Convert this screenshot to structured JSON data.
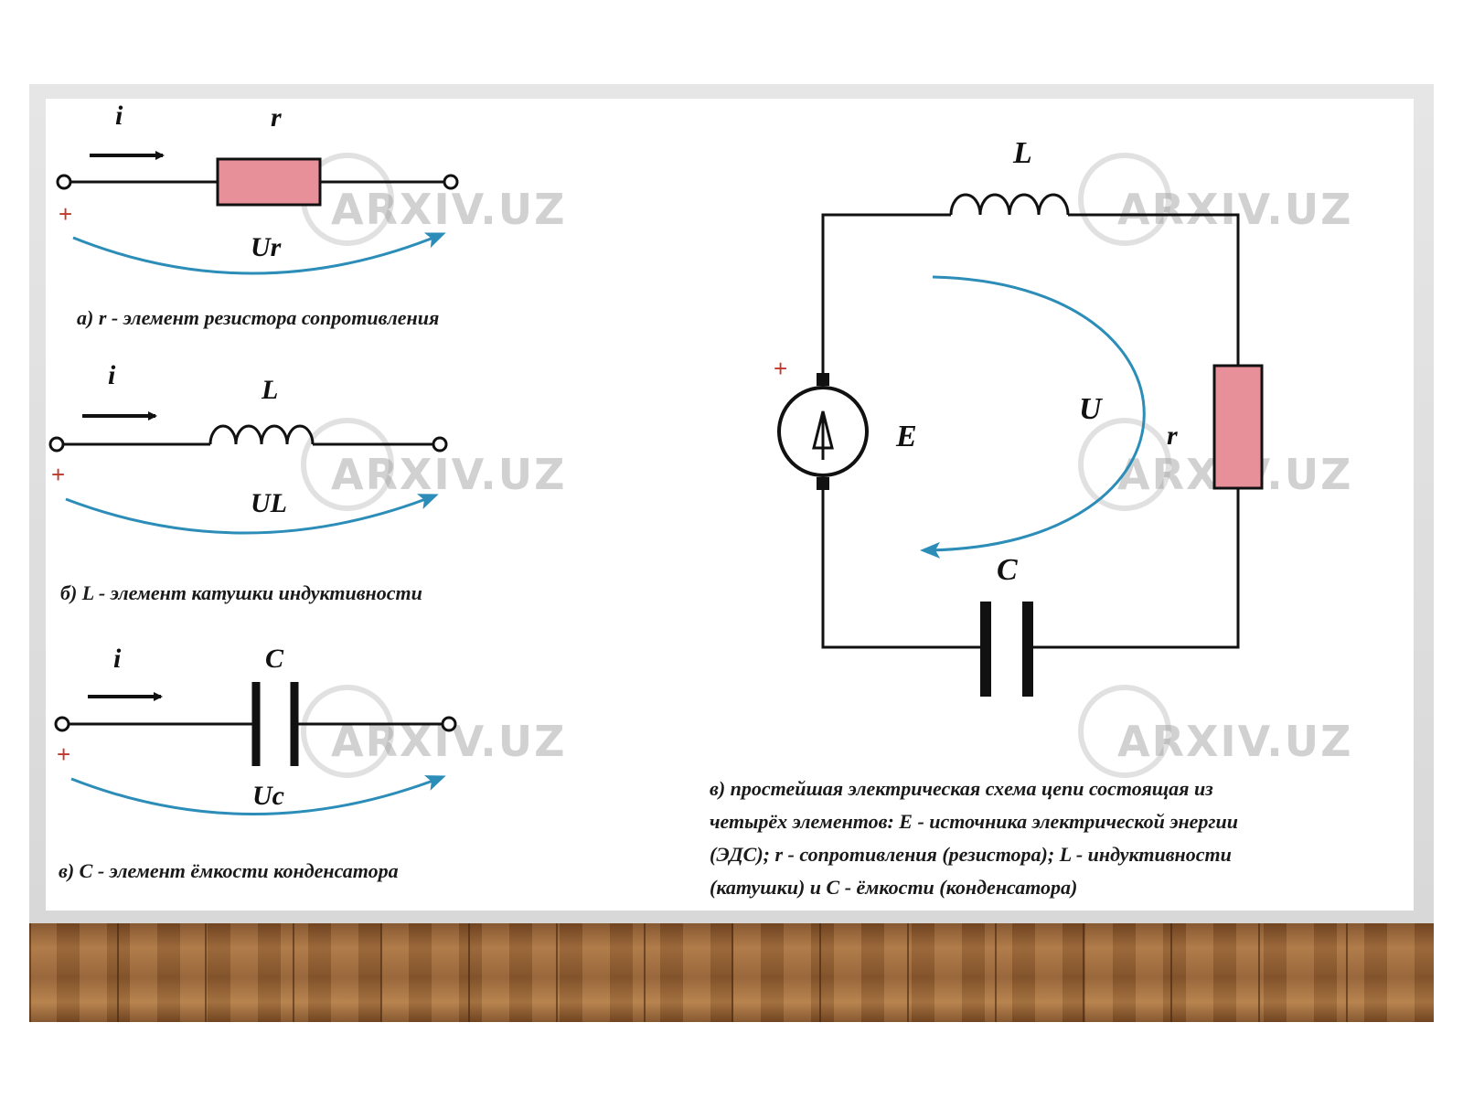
{
  "colors": {
    "resistor_fill": "#e8909a",
    "arrow_blue": "#2b8db8",
    "plus_red": "#c0392b",
    "wire": "#111111"
  },
  "watermark": "ARXIV.UZ",
  "circuit_a": {
    "current": "i",
    "element": "r",
    "voltage": "Ur",
    "polarity": "+",
    "caption": "а) r - элемент резистора сопротивления"
  },
  "circuit_b": {
    "current": "i",
    "element": "L",
    "voltage": "UL",
    "polarity": "+",
    "caption": "б) L - элемент  катушки индуктивности"
  },
  "circuit_c": {
    "current": "i",
    "element": "C",
    "voltage": "Uc",
    "polarity": "+",
    "caption": "в) C - элемент ёмкости конденсатора"
  },
  "circuit_main": {
    "inductor": "L",
    "source": "E",
    "voltage": "U",
    "resistor": "r",
    "capacitor": "C",
    "polarity": "+",
    "caption_lines": [
      "в)  простейшая  электрическая  схема цепи состоящая  из",
      "четырёх элементов: E - источника электрической энергии",
      " (ЭДС); r - сопротивления (резистора); L - индуктивности",
      "(катушки) и C - ёмкости (конденсатора)"
    ]
  }
}
